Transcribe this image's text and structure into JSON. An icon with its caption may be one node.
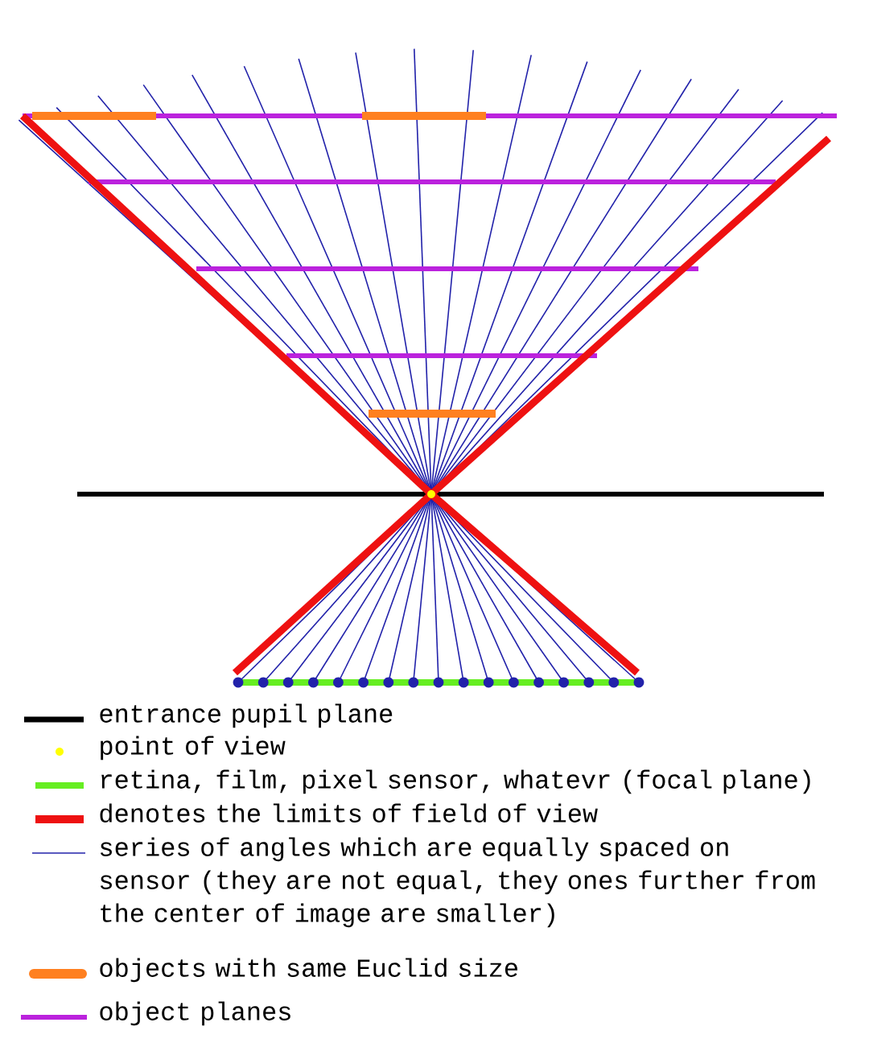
{
  "diagram": {
    "legend": [
      {
        "text": "entrance pupil plane"
      },
      {
        "text": "point of view"
      },
      {
        "text": "retina, film, pixel sensor, whatevr (focal plane)"
      },
      {
        "text": "denotes the limits of field of view"
      },
      {
        "text": "series of angles which are equally spaced on sensor (they are not equal, they ones further from the center of image are smaller)"
      },
      {
        "text": "objects with same Euclid size"
      },
      {
        "text": "object planes"
      }
    ]
  }
}
